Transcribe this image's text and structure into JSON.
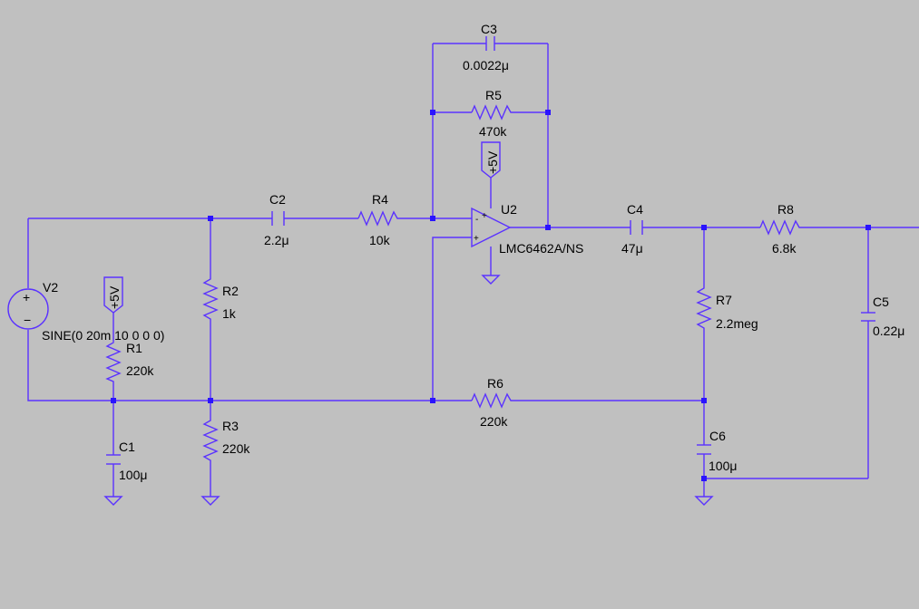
{
  "colors": {
    "background": "#c0c0c0",
    "wire": "#5a32ff",
    "junction": "#2a14ff",
    "text": "#000000"
  },
  "components": {
    "C3": {
      "ref": "C3",
      "value": "0.0022μ"
    },
    "R5": {
      "ref": "R5",
      "value": "470k"
    },
    "C2": {
      "ref": "C2",
      "value": "2.2μ"
    },
    "R4": {
      "ref": "R4",
      "value": "10k"
    },
    "U2": {
      "ref": "U2",
      "value": "LMC6462A/NS"
    },
    "C4": {
      "ref": "C4",
      "value": "47μ"
    },
    "R8": {
      "ref": "R8",
      "value": "6.8k"
    },
    "V2": {
      "ref": "V2",
      "value": "SINE(0 20m 10 0 0 0)"
    },
    "R1": {
      "ref": "R1",
      "value": "220k"
    },
    "R2": {
      "ref": "R2",
      "value": "1k"
    },
    "R7": {
      "ref": "R7",
      "value": "2.2meg"
    },
    "C5": {
      "ref": "C5",
      "value": "0.22μ"
    },
    "R6": {
      "ref": "R6",
      "value": "220k"
    },
    "C1": {
      "ref": "C1",
      "value": "100μ"
    },
    "R3": {
      "ref": "R3",
      "value": "220k"
    },
    "C6": {
      "ref": "C6",
      "value": "100μ"
    }
  },
  "supplies": {
    "vcc_opamp": "+5V",
    "vcc_bias": "+5V"
  },
  "opamp_pins": {
    "minus": "-",
    "plus": "+"
  },
  "source_pins": {
    "plus": "+",
    "minus": "−"
  }
}
